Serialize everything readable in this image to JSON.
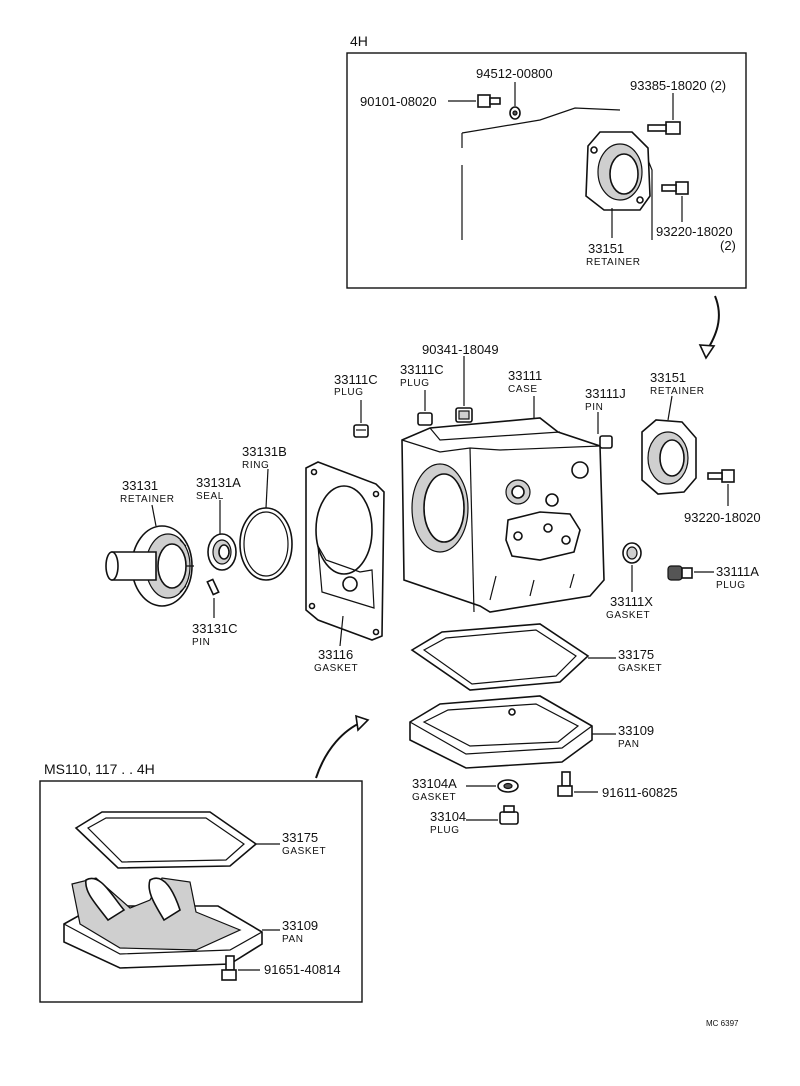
{
  "diagram": {
    "inset_top": {
      "title": "4H"
    },
    "inset_bottom": {
      "title": "MS110, 117 . . 4H"
    },
    "footer_code": "MC 6397",
    "parts": [
      {
        "id": "p-90101-08020",
        "number": "90101-08020",
        "name": ""
      },
      {
        "id": "p-94512-00800",
        "number": "94512-00800",
        "name": ""
      },
      {
        "id": "p-93385-18020",
        "number": "93385-18020 (2)",
        "name": ""
      },
      {
        "id": "p-93220-18020-top",
        "number": "93220-18020",
        "name": "(2)"
      },
      {
        "id": "p-33151-top",
        "number": "33151",
        "name": "RETAINER"
      },
      {
        "id": "p-90341-18049",
        "number": "90341-18049",
        "name": ""
      },
      {
        "id": "p-33111c-a",
        "number": "33111C",
        "name": "PLUG"
      },
      {
        "id": "p-33111c-b",
        "number": "33111C",
        "name": "PLUG"
      },
      {
        "id": "p-33111",
        "number": "33111",
        "name": "CASE"
      },
      {
        "id": "p-33111j",
        "number": "33111J",
        "name": "PIN"
      },
      {
        "id": "p-33151-main",
        "number": "33151",
        "name": "RETAINER"
      },
      {
        "id": "p-33131b",
        "number": "33131B",
        "name": "RING"
      },
      {
        "id": "p-33131",
        "number": "33131",
        "name": "RETAINER"
      },
      {
        "id": "p-33131a",
        "number": "33131A",
        "name": "SEAL"
      },
      {
        "id": "p-93220-18020-main",
        "number": "93220-18020",
        "name": ""
      },
      {
        "id": "p-33111a",
        "number": "33111A",
        "name": "PLUG"
      },
      {
        "id": "p-33111x",
        "number": "33111X",
        "name": "GASKET"
      },
      {
        "id": "p-33131c",
        "number": "33131C",
        "name": "PIN"
      },
      {
        "id": "p-33116",
        "number": "33116",
        "name": "GASKET"
      },
      {
        "id": "p-33175-main",
        "number": "33175",
        "name": "GASKET"
      },
      {
        "id": "p-33109-main",
        "number": "33109",
        "name": "PAN"
      },
      {
        "id": "p-33104a",
        "number": "33104A",
        "name": "GASKET"
      },
      {
        "id": "p-91611-60825",
        "number": "91611-60825",
        "name": ""
      },
      {
        "id": "p-33104",
        "number": "33104",
        "name": "PLUG"
      },
      {
        "id": "p-33175-inset",
        "number": "33175",
        "name": "GASKET"
      },
      {
        "id": "p-33109-inset",
        "number": "33109",
        "name": "PAN"
      },
      {
        "id": "p-91651-40814",
        "number": "91651-40814",
        "name": ""
      }
    ]
  }
}
